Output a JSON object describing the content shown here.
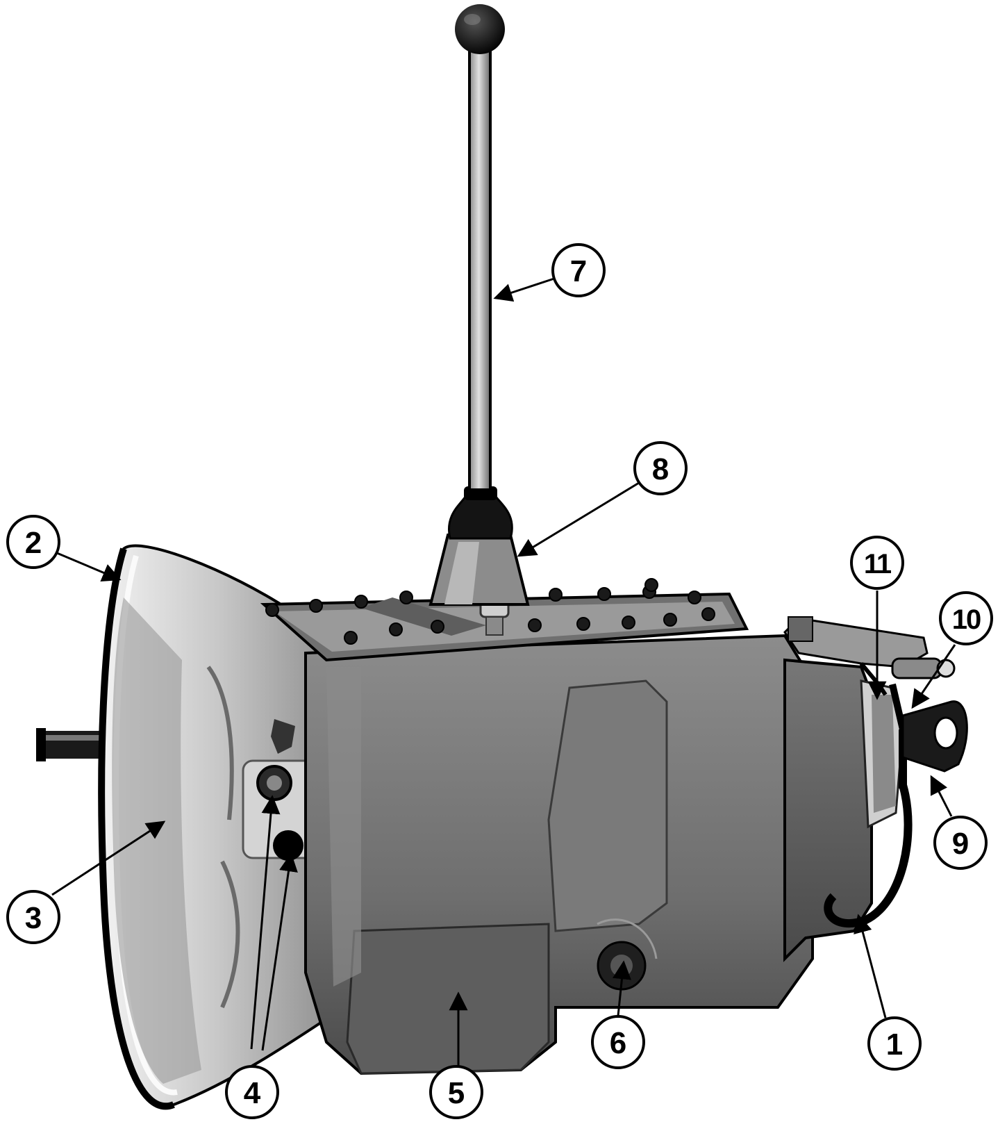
{
  "colors": {
    "ink": "#000000",
    "paper": "#ffffff",
    "metal_dark": "#3c3c3c",
    "metal_mid": "#707070",
    "metal_light": "#b4b4b4",
    "metal_highlight": "#dcdcdc"
  },
  "callouts": {
    "c1": "1",
    "c2": "2",
    "c3": "3",
    "c4": "4",
    "c5": "5",
    "c6": "6",
    "c7": "7",
    "c8": "8",
    "c9": "9",
    "c10": "10",
    "c11": "11"
  }
}
